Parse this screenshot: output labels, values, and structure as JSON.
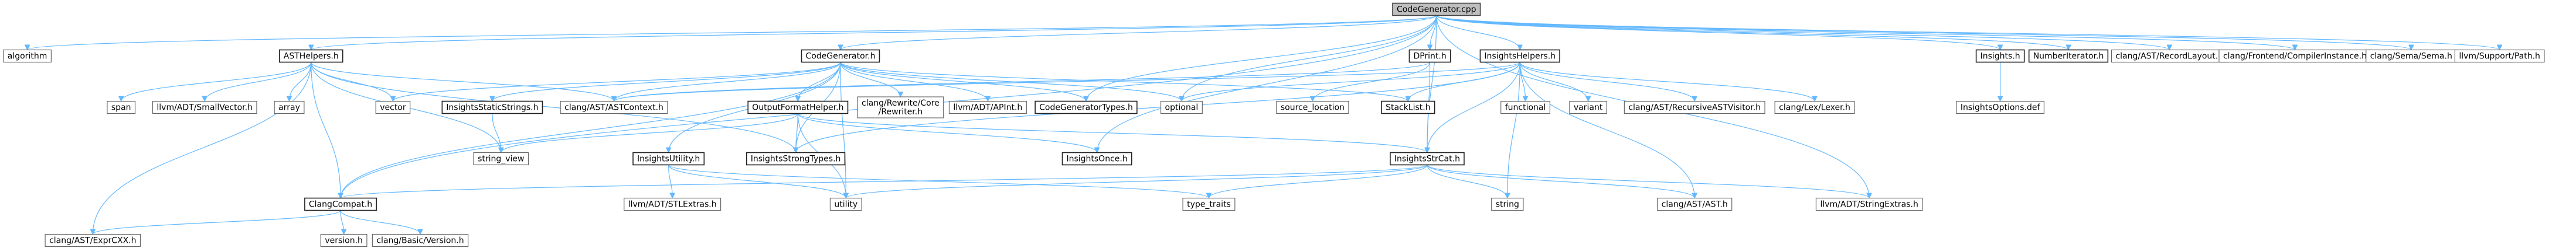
{
  "nodes": [
    {
      "id": "root",
      "lines": [
        "CodeGenerator.cpp"
      ],
      "box": "root"
    },
    {
      "id": "algorithm",
      "lines": [
        "algorithm"
      ],
      "box": "none"
    },
    {
      "id": "ASTHelpers",
      "lines": [
        "ASTHelpers.h"
      ],
      "box": "boxed"
    },
    {
      "id": "CodeGeneratorH",
      "lines": [
        "CodeGenerator.h"
      ],
      "box": "boxed"
    },
    {
      "id": "DPrint",
      "lines": [
        "DPrint.h"
      ],
      "box": "boxed"
    },
    {
      "id": "InsightsHelpers",
      "lines": [
        "InsightsHelpers.h"
      ],
      "box": "boxed"
    },
    {
      "id": "Insights",
      "lines": [
        "Insights.h"
      ],
      "box": "boxed"
    },
    {
      "id": "NumberIterator",
      "lines": [
        "NumberIterator.h"
      ],
      "box": "boxed"
    },
    {
      "id": "RecordLayout",
      "lines": [
        "clang/AST/RecordLayout.h"
      ],
      "box": "none"
    },
    {
      "id": "CompilerInstance",
      "lines": [
        "clang/Frontend/CompilerInstance.h"
      ],
      "box": "none"
    },
    {
      "id": "Sema",
      "lines": [
        "clang/Sema/Sema.h"
      ],
      "box": "none"
    },
    {
      "id": "Path",
      "lines": [
        "llvm/Support/Path.h"
      ],
      "box": "none"
    },
    {
      "id": "span",
      "lines": [
        "span"
      ],
      "box": "none"
    },
    {
      "id": "SmallVector",
      "lines": [
        "llvm/ADT/SmallVector.h"
      ],
      "box": "none"
    },
    {
      "id": "array",
      "lines": [
        "array"
      ],
      "box": "none"
    },
    {
      "id": "vector",
      "lines": [
        "vector"
      ],
      "box": "none"
    },
    {
      "id": "InsightsStaticStrings",
      "lines": [
        "InsightsStaticStrings.h"
      ],
      "box": "boxed"
    },
    {
      "id": "ASTContext",
      "lines": [
        "clang/AST/ASTContext.h"
      ],
      "box": "none"
    },
    {
      "id": "OutputFormatHelper",
      "lines": [
        "OutputFormatHelper.h"
      ],
      "box": "boxed"
    },
    {
      "id": "RewriteCore",
      "lines": [
        "clang/Rewrite/Core",
        "/Rewriter.h"
      ],
      "box": "none"
    },
    {
      "id": "APInt",
      "lines": [
        "llvm/ADT/APInt.h"
      ],
      "box": "none"
    },
    {
      "id": "CodeGeneratorTypes",
      "lines": [
        "CodeGeneratorTypes.h"
      ],
      "box": "boxed"
    },
    {
      "id": "optional",
      "lines": [
        "optional"
      ],
      "box": "none"
    },
    {
      "id": "source_location",
      "lines": [
        "source_location"
      ],
      "box": "none"
    },
    {
      "id": "StackList",
      "lines": [
        "StackList.h"
      ],
      "box": "boxed"
    },
    {
      "id": "functional",
      "lines": [
        "functional"
      ],
      "box": "none"
    },
    {
      "id": "variant",
      "lines": [
        "variant"
      ],
      "box": "none"
    },
    {
      "id": "RecursiveASTVisitor",
      "lines": [
        "clang/AST/RecursiveASTVisitor.h"
      ],
      "box": "none"
    },
    {
      "id": "Lexer",
      "lines": [
        "clang/Lex/Lexer.h"
      ],
      "box": "none"
    },
    {
      "id": "InsightsOptions",
      "lines": [
        "InsightsOptions.def"
      ],
      "box": "none"
    },
    {
      "id": "string_view",
      "lines": [
        "string_view"
      ],
      "box": "none"
    },
    {
      "id": "InsightsUtility",
      "lines": [
        "InsightsUtility.h"
      ],
      "box": "boxed"
    },
    {
      "id": "InsightsStrongTypes",
      "lines": [
        "InsightsStrongTypes.h"
      ],
      "box": "boxed"
    },
    {
      "id": "InsightsOnce",
      "lines": [
        "InsightsOnce.h"
      ],
      "box": "boxed"
    },
    {
      "id": "InsightsStrCat",
      "lines": [
        "InsightsStrCat.h"
      ],
      "box": "boxed"
    },
    {
      "id": "ClangCompat",
      "lines": [
        "ClangCompat.h"
      ],
      "box": "boxed"
    },
    {
      "id": "STLExtras",
      "lines": [
        "llvm/ADT/STLExtras.h"
      ],
      "box": "none"
    },
    {
      "id": "utility",
      "lines": [
        "utility"
      ],
      "box": "none"
    },
    {
      "id": "type_traits",
      "lines": [
        "type_traits"
      ],
      "box": "none"
    },
    {
      "id": "string",
      "lines": [
        "string"
      ],
      "box": "none"
    },
    {
      "id": "ASTH",
      "lines": [
        "clang/AST/AST.h"
      ],
      "box": "none"
    },
    {
      "id": "StringExtras",
      "lines": [
        "llvm/ADT/StringExtras.h"
      ],
      "box": "none"
    },
    {
      "id": "ExprCXX",
      "lines": [
        "clang/AST/ExprCXX.h"
      ],
      "box": "none"
    },
    {
      "id": "version",
      "lines": [
        "version.h"
      ],
      "box": "none"
    },
    {
      "id": "BasicVersion",
      "lines": [
        "clang/Basic/Version.h"
      ],
      "box": "none"
    }
  ],
  "edges": [
    [
      "root",
      "algorithm"
    ],
    [
      "root",
      "ASTHelpers"
    ],
    [
      "root",
      "CodeGeneratorH"
    ],
    [
      "root",
      "DPrint"
    ],
    [
      "root",
      "InsightsHelpers"
    ],
    [
      "root",
      "Insights"
    ],
    [
      "root",
      "NumberIterator"
    ],
    [
      "root",
      "RecordLayout"
    ],
    [
      "root",
      "CompilerInstance"
    ],
    [
      "root",
      "Sema"
    ],
    [
      "root",
      "Path"
    ],
    [
      "root",
      "CodeGeneratorTypes"
    ],
    [
      "root",
      "optional"
    ],
    [
      "root",
      "InsightsOnce"
    ],
    [
      "root",
      "InsightsStrCat"
    ],
    [
      "root",
      "StringExtras"
    ],
    [
      "root",
      "ClangCompat"
    ],
    [
      "ASTHelpers",
      "span"
    ],
    [
      "ASTHelpers",
      "SmallVector"
    ],
    [
      "ASTHelpers",
      "array"
    ],
    [
      "ASTHelpers",
      "vector"
    ],
    [
      "ASTHelpers",
      "ASTContext"
    ],
    [
      "ASTHelpers",
      "InsightsStrongTypes"
    ],
    [
      "ASTHelpers",
      "string_view"
    ],
    [
      "ASTHelpers",
      "ExprCXX"
    ],
    [
      "ASTHelpers",
      "ClangCompat"
    ],
    [
      "CodeGeneratorH",
      "vector"
    ],
    [
      "CodeGeneratorH",
      "InsightsStaticStrings"
    ],
    [
      "CodeGeneratorH",
      "ASTContext"
    ],
    [
      "CodeGeneratorH",
      "OutputFormatHelper"
    ],
    [
      "CodeGeneratorH",
      "RewriteCore"
    ],
    [
      "CodeGeneratorH",
      "APInt"
    ],
    [
      "CodeGeneratorH",
      "CodeGeneratorTypes"
    ],
    [
      "CodeGeneratorH",
      "optional"
    ],
    [
      "CodeGeneratorH",
      "StackList"
    ],
    [
      "CodeGeneratorH",
      "InsightsUtility"
    ],
    [
      "CodeGeneratorH",
      "InsightsStrongTypes"
    ],
    [
      "CodeGeneratorH",
      "ClangCompat"
    ],
    [
      "CodeGeneratorH",
      "utility"
    ],
    [
      "DPrint",
      "source_location"
    ],
    [
      "DPrint",
      "InsightsStrCat"
    ],
    [
      "DPrint",
      "ASTContext"
    ],
    [
      "InsightsHelpers",
      "ASTContext"
    ],
    [
      "InsightsHelpers",
      "optional"
    ],
    [
      "InsightsHelpers",
      "StackList"
    ],
    [
      "InsightsHelpers",
      "functional"
    ],
    [
      "InsightsHelpers",
      "variant"
    ],
    [
      "InsightsHelpers",
      "RecursiveASTVisitor"
    ],
    [
      "InsightsHelpers",
      "Lexer"
    ],
    [
      "InsightsHelpers",
      "InsightsStrongTypes"
    ],
    [
      "InsightsHelpers",
      "InsightsStrCat"
    ],
    [
      "InsightsHelpers",
      "string"
    ],
    [
      "InsightsHelpers",
      "ASTH"
    ],
    [
      "Insights",
      "InsightsOptions"
    ],
    [
      "InsightsStaticStrings",
      "string_view"
    ],
    [
      "OutputFormatHelper",
      "string_view"
    ],
    [
      "OutputFormatHelper",
      "InsightsStrongTypes"
    ],
    [
      "OutputFormatHelper",
      "InsightsOnce"
    ],
    [
      "OutputFormatHelper",
      "InsightsStrCat"
    ],
    [
      "OutputFormatHelper",
      "utility"
    ],
    [
      "InsightsUtility",
      "STLExtras"
    ],
    [
      "InsightsUtility",
      "utility"
    ],
    [
      "InsightsUtility",
      "type_traits"
    ],
    [
      "InsightsStrCat",
      "ClangCompat"
    ],
    [
      "InsightsStrCat",
      "utility"
    ],
    [
      "InsightsStrCat",
      "type_traits"
    ],
    [
      "InsightsStrCat",
      "string"
    ],
    [
      "InsightsStrCat",
      "ASTH"
    ],
    [
      "InsightsStrCat",
      "StringExtras"
    ],
    [
      "ClangCompat",
      "ExprCXX"
    ],
    [
      "ClangCompat",
      "version"
    ],
    [
      "ClangCompat",
      "BasicVersion"
    ]
  ]
}
